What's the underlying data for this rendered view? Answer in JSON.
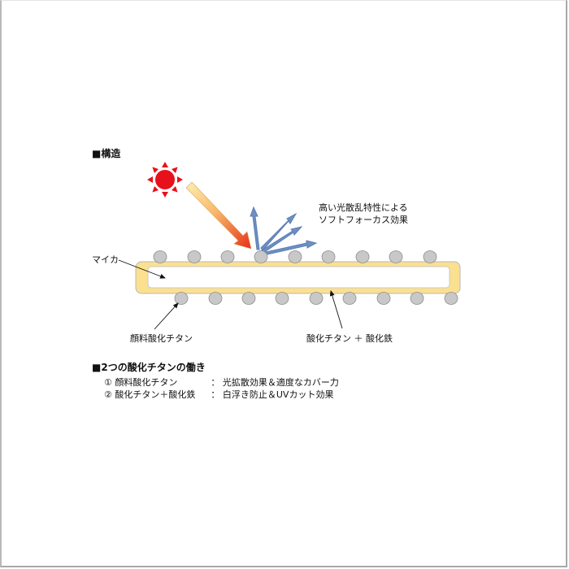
{
  "sections": {
    "structure_heading": "■構造",
    "functions_heading": "■2つの酸化チタンの働き"
  },
  "labels": {
    "scatter_line1": "高い光散乱特性による",
    "scatter_line2": "ソフトフォーカス効果",
    "mica": "マイカ",
    "pigment_tio2": "顔料酸化チタン",
    "tio2_feo": "酸化チタン ＋ 酸化鉄"
  },
  "functions": [
    {
      "marker": "①",
      "name": "顔料酸化チタン",
      "sep": "：",
      "effect": "光拡散効果＆適度なカバー力"
    },
    {
      "marker": "②",
      "name": "酸化チタン＋酸化鉄",
      "sep": "：",
      "effect": "白浮き防止＆UVカット効果"
    }
  ],
  "colors": {
    "sun": "#e8101a",
    "mica_coat": "#fbe08f",
    "mica_outline": "#b8b8b8",
    "particle_fill": "#c8c8c8",
    "particle_stroke": "#8e8e8e",
    "scatter_arrow": "#5b7fb5",
    "incoming_arrow_start": "#fbe7a3",
    "incoming_arrow_end": "#e8301a"
  },
  "icons": {
    "sun": "sun-icon",
    "light_ray": "incoming-light-arrow",
    "scattered_light": "scattered-light-arrows"
  }
}
